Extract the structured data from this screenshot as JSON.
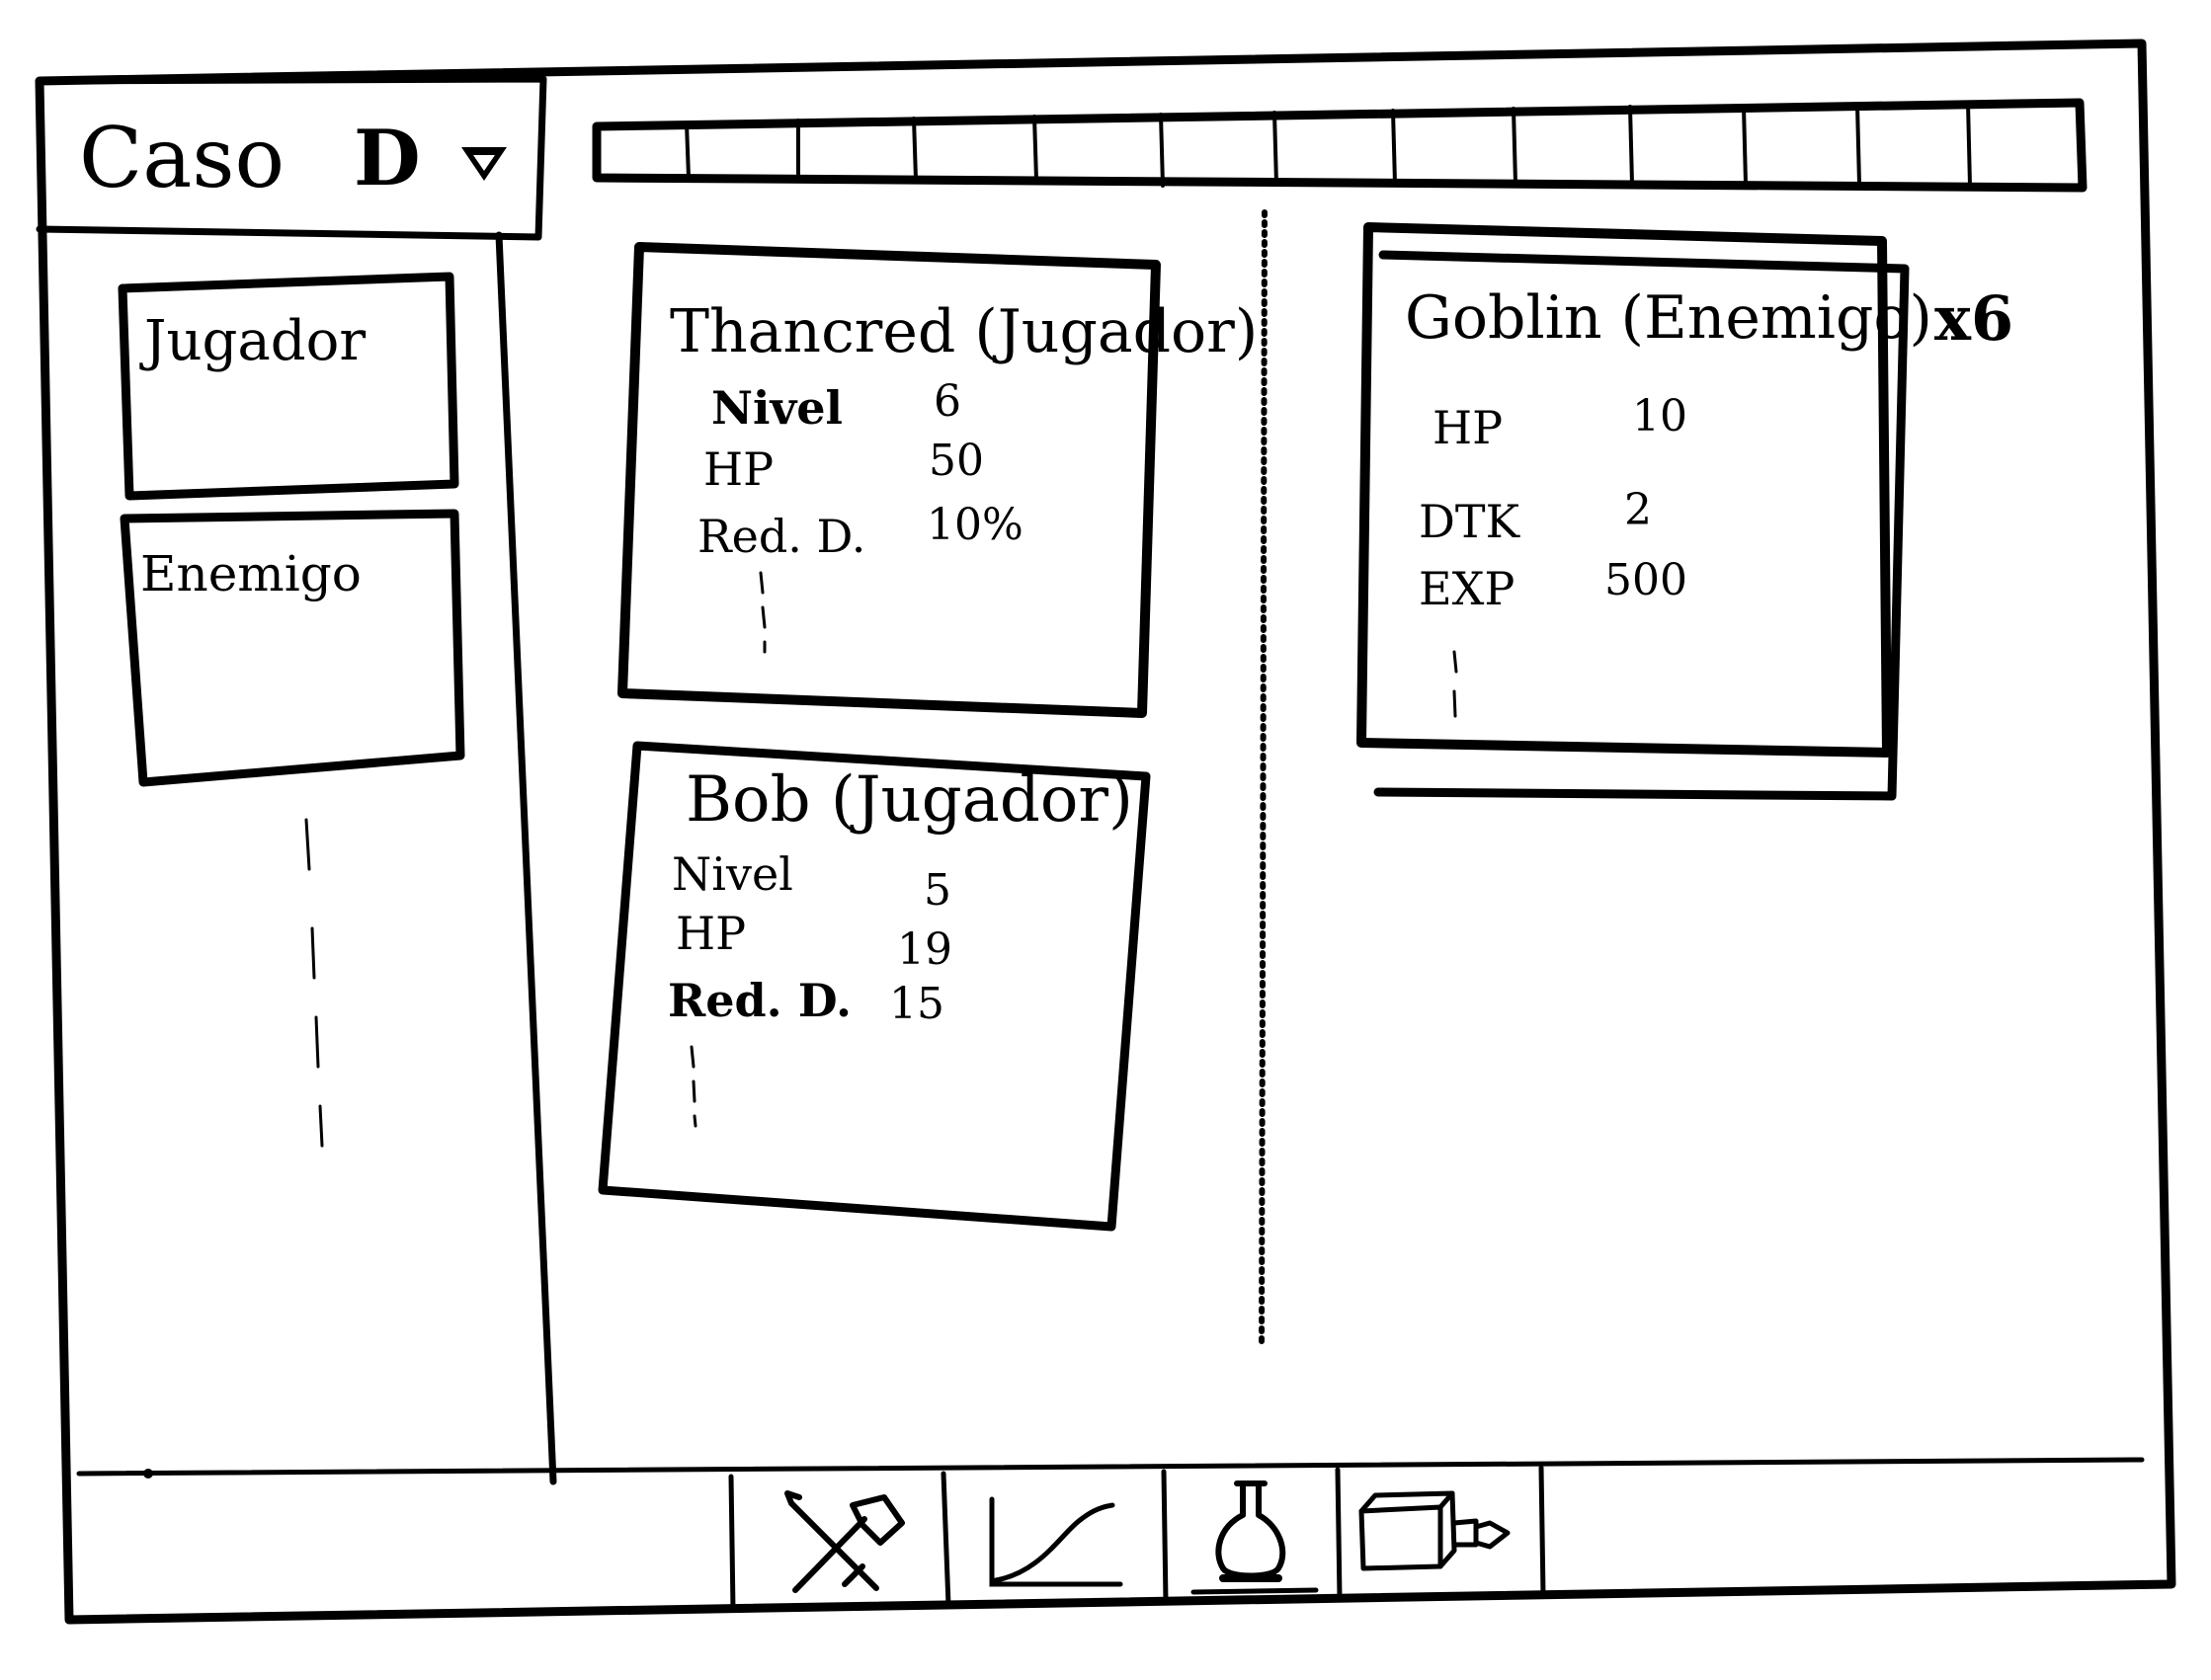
{
  "header": {
    "title": "Caso",
    "role_glyph": "D",
    "dropdown_icon": "chevron-down-icon"
  },
  "sidebar": {
    "items": [
      {
        "label": "Jugador"
      },
      {
        "label": "Enemigo"
      }
    ]
  },
  "players": [
    {
      "title": "Thancred (Jugador)",
      "stats": [
        {
          "label": "Nivel",
          "value": "6"
        },
        {
          "label": "HP",
          "value": "50"
        },
        {
          "label": "Red. D.",
          "value": "10%"
        }
      ]
    },
    {
      "title": "Bob (Jugador)",
      "stats": [
        {
          "label": "Nivel",
          "value": "5"
        },
        {
          "label": "HP",
          "value": "19"
        },
        {
          "label": "Red. D.",
          "value": "15"
        }
      ]
    }
  ],
  "enemies": [
    {
      "title": "Goblin (Enemigo)",
      "multiplier": "x6",
      "stats": [
        {
          "label": "HP",
          "value": "10"
        },
        {
          "label": "DTK",
          "value": "2"
        },
        {
          "label": "EXP",
          "value": "500"
        }
      ]
    }
  ],
  "bottom_tabs": [
    {
      "icon": "swords-icon"
    },
    {
      "icon": "chart-icon"
    },
    {
      "icon": "flask-icon",
      "active": true
    },
    {
      "icon": "crate-icon"
    }
  ]
}
